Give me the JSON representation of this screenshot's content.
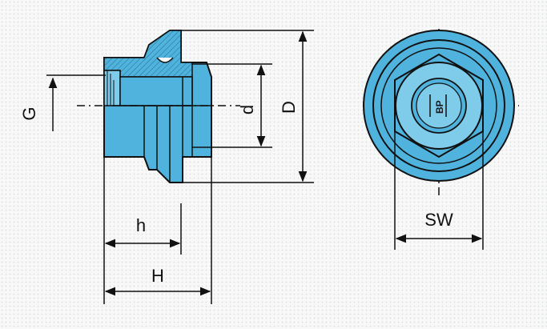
{
  "labels": {
    "G": "G",
    "d": "d",
    "D": "D",
    "h": "h",
    "H": "H",
    "SW": "SW"
  },
  "logo": {
    "text": "BP"
  },
  "colors": {
    "part_fill": "#4fb3dd",
    "part_fill_light": "#7fcbea",
    "outline": "#111111",
    "dimension_line": "#111111"
  },
  "icons": {
    "arrow": "triangle-arrowhead",
    "logo": "circular-brand-mark"
  }
}
